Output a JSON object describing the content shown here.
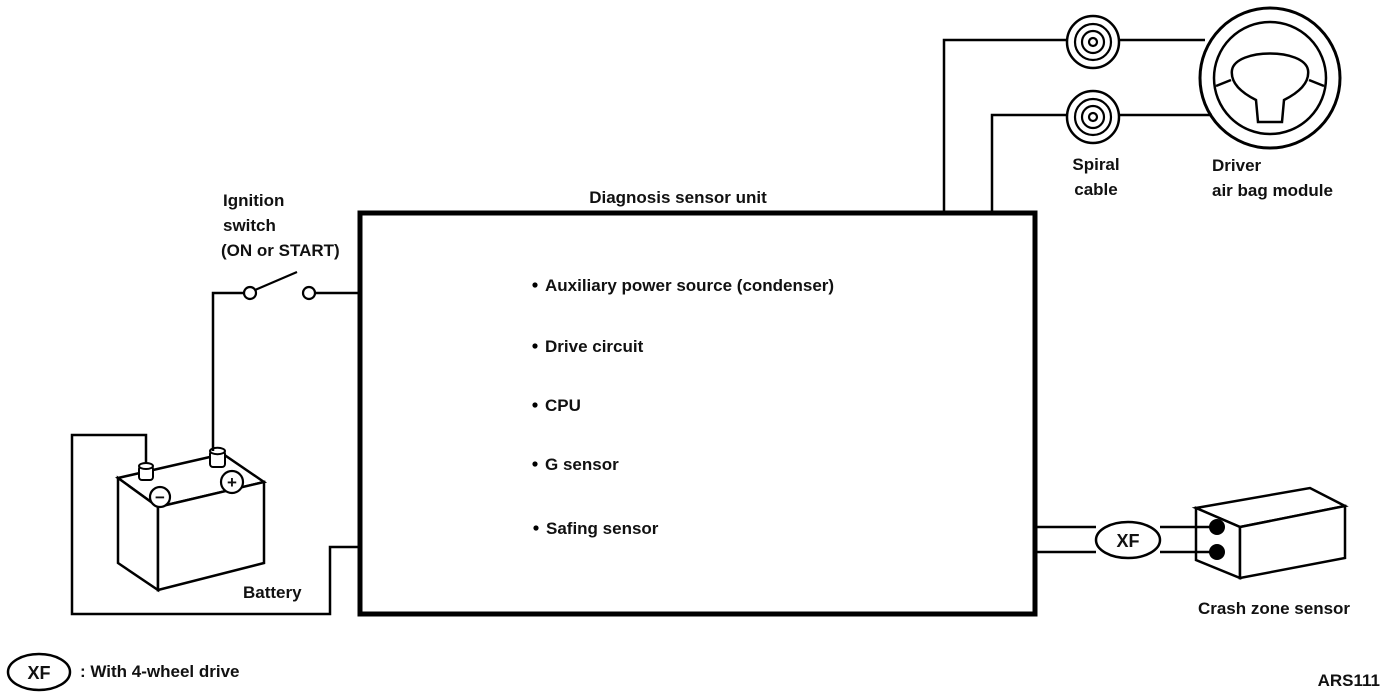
{
  "diagram": {
    "main_unit": {
      "title": "Diagnosis sensor unit",
      "items": [
        "Auxiliary power source (condenser)",
        "Drive circuit",
        "CPU",
        "G sensor",
        "Safing sensor"
      ]
    },
    "ignition_switch": {
      "lines": [
        "Ignition",
        "switch",
        "(ON or START)"
      ]
    },
    "battery": {
      "label": "Battery",
      "minus_symbol": "−",
      "plus_symbol": "+"
    },
    "spiral_cable": {
      "lines": [
        "Spiral",
        "cable"
      ]
    },
    "air_bag_module": {
      "lines": [
        "Driver",
        "air bag module"
      ]
    },
    "crash_zone_sensor": {
      "label": "Crash zone sensor"
    },
    "connector": {
      "label": "XF"
    },
    "legend": {
      "symbol": "XF",
      "text": ": With 4-wheel drive"
    },
    "figure_code": "ARS111"
  }
}
